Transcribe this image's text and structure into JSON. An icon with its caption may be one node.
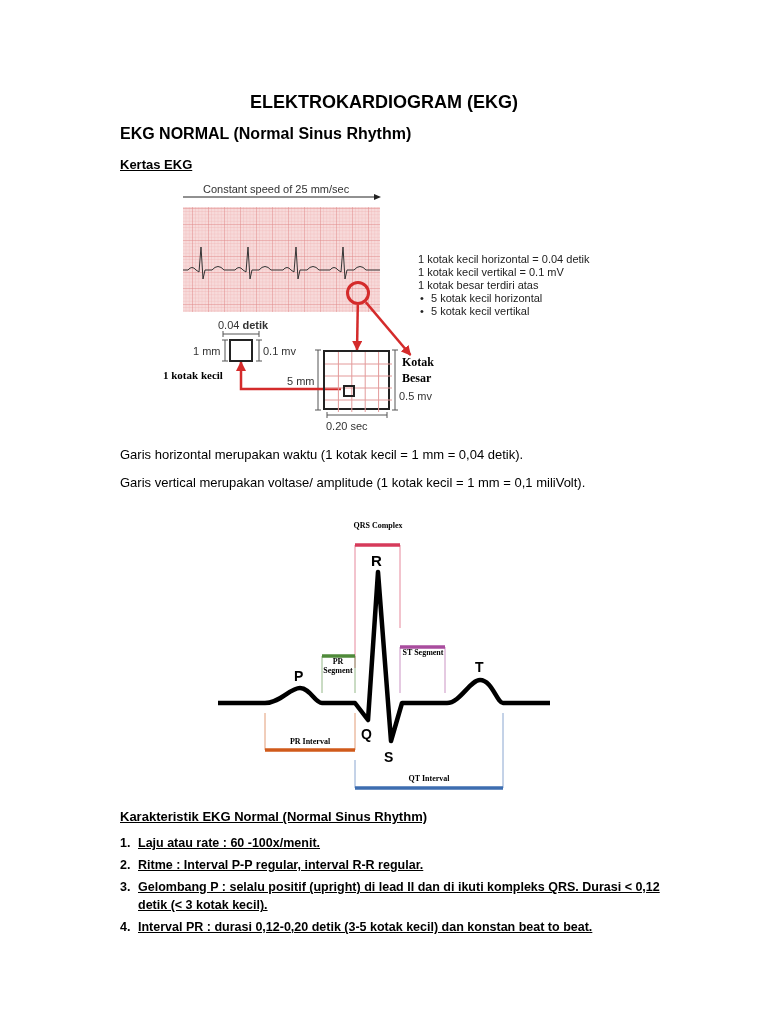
{
  "diagram": {
    "title": "ELEKTROKARDIOGRAM (EKG)",
    "nodes": [
      {
        "text": [],
        "shape": "circle"
      },
      {
        "text": [],
        "shape": "box"
      },
      {
        "text": [
          "Kotak Besar"
        ]
      },
      {
        "text": [],
        "shape": "box",
        "in": 1
      },
      {
        "text": [],
        "shape": "box"
      }
    ],
    "edges": [
      {
        "from": 0,
        "to": 1,
        "arrow": "to"
      },
      {
        "from": 0,
        "to": 2,
        "arrow": "to"
      },
      {
        "from": 3,
        "to": 4,
        "arrow": "to"
      }
    ],
    "labels": [
      "EKG NORMAL (Normal Sinus Rhythm)",
      "Kertas EKG",
      "Constant speed of 25 mm/sec",
      "1 kotak kecil horizontal = 0.04 detik",
      "1 kotak kecil vertikal = 0.1 mV",
      "1 kotak besar terdiri atas",
      "•",
      "5 kotak kecil horizontal",
      "•",
      "5 kotak kecil vertikal",
      "0.04 **detik**",
      "1 mm",
      "0.1 mv",
      "1 kotak kecil",
      "5 mm",
      "0.5 mv",
      "0.20 sec",
      "Garis horizontal merupakan waktu (1 kotak kecil = 1 mm = 0,04 detik).",
      "Garis vertical merupakan voltase/ amplitude (1 kotak kecil = 1 mm = 0,1 miliVolt).",
      "QRS Complex",
      "R",
      "PR Segment",
      "ST Segment",
      "P",
      "T",
      "Q",
      "PR Interval",
      "S",
      "QT Interval",
      "Karakteristik EKG Normal (Normal Sinus Rhythm)",
      "1.",
      "Laju atau rate : 60 -100x/menit.",
      "2.",
      "Ritme : Interval P-P regular, interval R-R regular.",
      "3.",
      "Gelombang P : selalu positif (upright) di lead II dan di ikuti kompleks QRS. Durasi < 0,12 detik (< 3 kotak kecil).",
      "4.",
      "Interval PR : durasi 0,12-0,20 detik (3-5 kotak kecil) dan konstan beat to beat."
    ]
  }
}
